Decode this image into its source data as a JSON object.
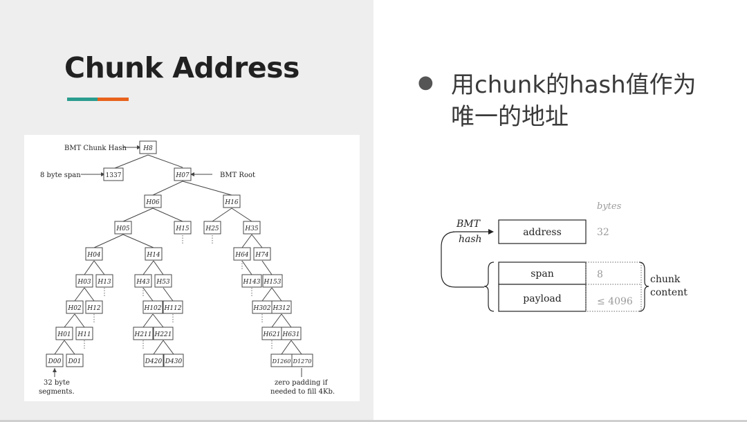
{
  "slide": {
    "title": "Chunk Address",
    "bullet": "用chunk的hash值作为唯一的地址"
  },
  "tree": {
    "bmt_chunk_hash_label": "BMT Chunk Hash",
    "root_node": "H8",
    "span_label": "8 byte span",
    "span_value": "1337",
    "bmt_root_label": "BMT Root",
    "bmt_root_node": "H07",
    "segments_label_1": "32 byte",
    "segments_label_2": "segments.",
    "padding_label_1": "zero padding if",
    "padding_label_2": "needed to fill 4Kb.",
    "levels": [
      [
        "H06",
        "H16"
      ],
      [
        "H05",
        "H15",
        "H25",
        "H35"
      ],
      [
        "H04",
        "H14",
        "H64",
        "H74"
      ],
      [
        "H03",
        "H13",
        "H43",
        "H53",
        "H143",
        "H153"
      ],
      [
        "H02",
        "H12",
        "H102",
        "H112",
        "H302",
        "H312"
      ],
      [
        "H01",
        "H11",
        "H211",
        "H221",
        "H621",
        "H631"
      ],
      [
        "D00",
        "D01",
        "D420",
        "D430",
        "D1260",
        "D1270"
      ]
    ]
  },
  "struct": {
    "bytes_label": "bytes",
    "bmt_label": "BMT",
    "hash_label": "hash",
    "fields": [
      {
        "name": "address",
        "size": "32"
      },
      {
        "name": "span",
        "size": "8"
      },
      {
        "name": "payload",
        "size": "≤ 4096"
      }
    ],
    "chunk_label_1": "chunk",
    "chunk_label_2": "content"
  }
}
